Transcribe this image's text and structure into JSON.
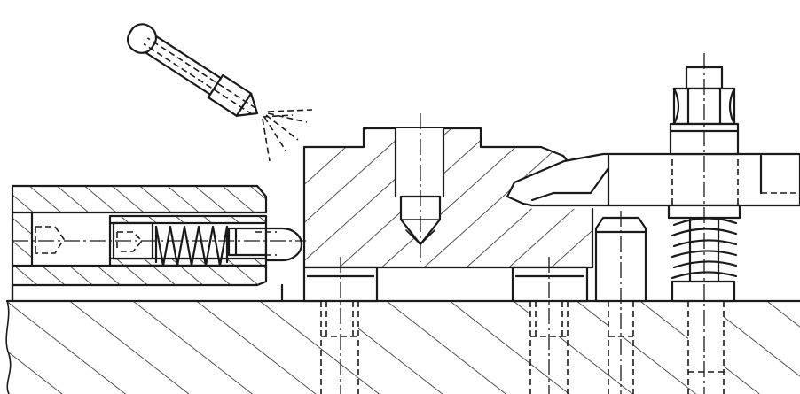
{
  "drawing": {
    "colors": {
      "line": "#1a1a1a",
      "background": "#ffffff"
    },
    "parts": [
      "base-plate",
      "spring-plunger-housing",
      "spring-plunger",
      "workpiece-block",
      "strap-clamp",
      "stud-nut",
      "compression-spring",
      "spray-nozzle"
    ]
  }
}
